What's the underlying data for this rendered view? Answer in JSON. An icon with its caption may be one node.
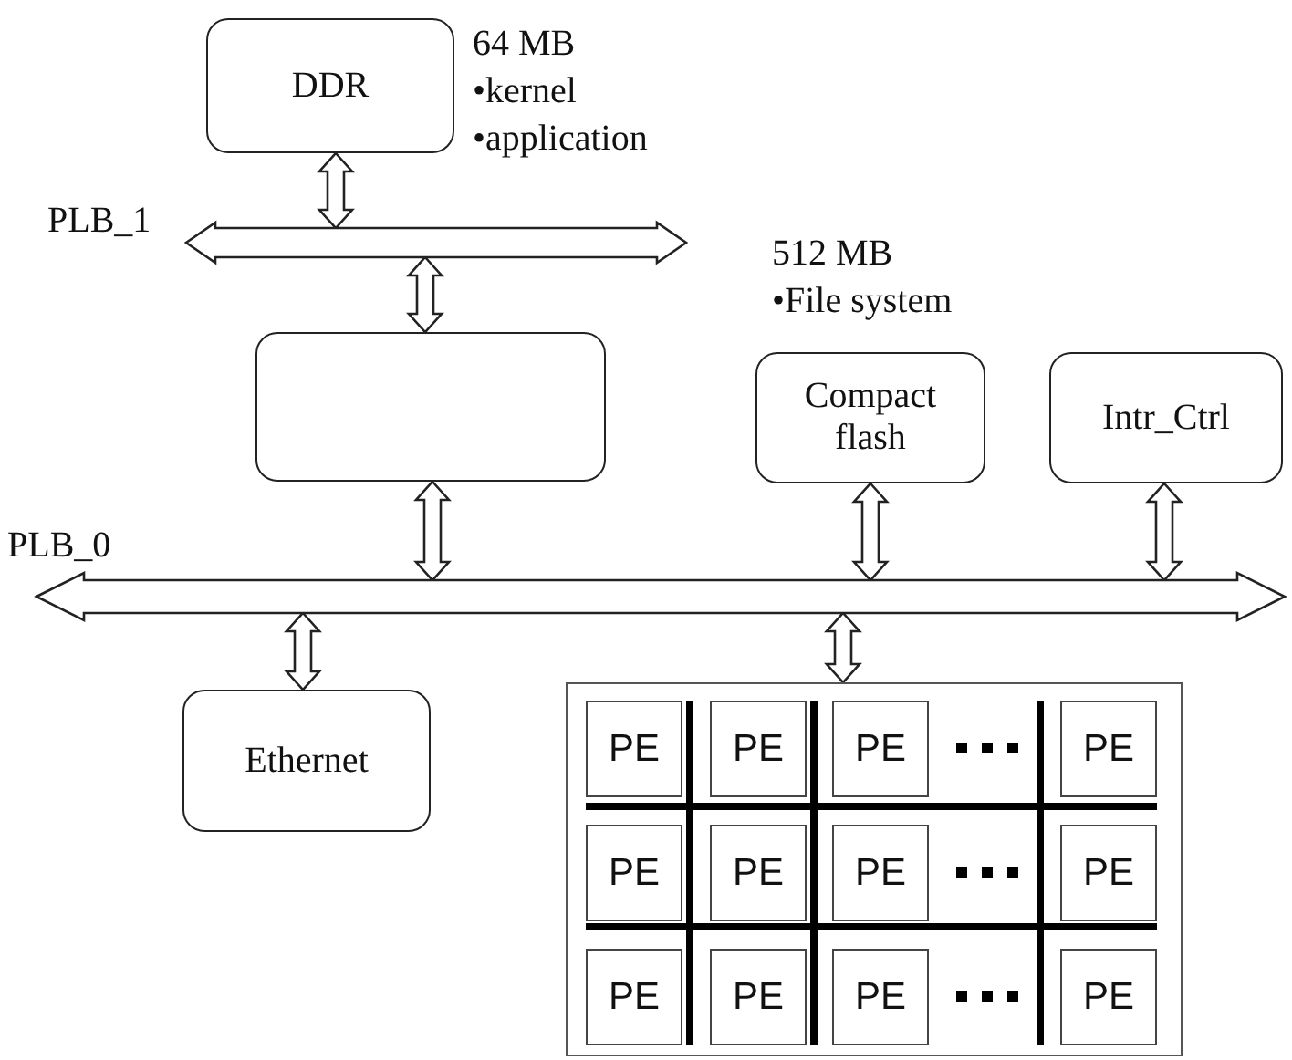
{
  "diagram": {
    "nodes": [
      {
        "text": [
          "DDR"
        ],
        "beside": [
          "64 MB",
          "•kernel",
          "•application"
        ]
      },
      {
        "text": [
          "PLB_1"
        ]
      },
      {
        "text": [],
        "shape": "box"
      },
      {
        "text": [
          "Compact flash"
        ],
        "beside": [
          "512 MB",
          "•File system"
        ]
      },
      {
        "text": [
          "Intr_Ctrl"
        ]
      },
      {
        "text": [
          "PLB_0"
        ]
      },
      {
        "text": [
          "Ethernet"
        ]
      },
      {
        "text": [],
        "shape": "box"
      },
      {
        "text": [
          "PE"
        ],
        "in": 7
      },
      {
        "text": [
          "PE"
        ],
        "in": 7
      },
      {
        "text": [
          "PE"
        ],
        "in": 7
      },
      {
        "text": [
          "PE"
        ],
        "in": 7
      },
      {
        "text": [
          "PE"
        ],
        "in": 7
      },
      {
        "text": [
          "PE"
        ],
        "in": 7
      },
      {
        "text": [
          "PE"
        ],
        "in": 7
      },
      {
        "text": [
          "PE"
        ],
        "in": 7
      },
      {
        "text": [
          "PE"
        ],
        "in": 7
      },
      {
        "text": [
          "PE"
        ],
        "in": 7
      },
      {
        "text": [
          "PE"
        ],
        "in": 7
      },
      {
        "text": [
          "PE"
        ],
        "in": 7
      }
    ],
    "edges": [
      {
        "from": 0,
        "to": 1,
        "arrow": "both"
      },
      {
        "from": 1,
        "to": 2,
        "arrow": "both"
      },
      {
        "from": 2,
        "to": 5,
        "arrow": "both"
      },
      {
        "from": 3,
        "to": 5,
        "arrow": "both"
      },
      {
        "from": 4,
        "to": 5,
        "arrow": "both"
      },
      {
        "from": 5,
        "to": 6,
        "arrow": "both"
      },
      {
        "from": 5,
        "to": 7,
        "arrow": "both"
      }
    ]
  }
}
